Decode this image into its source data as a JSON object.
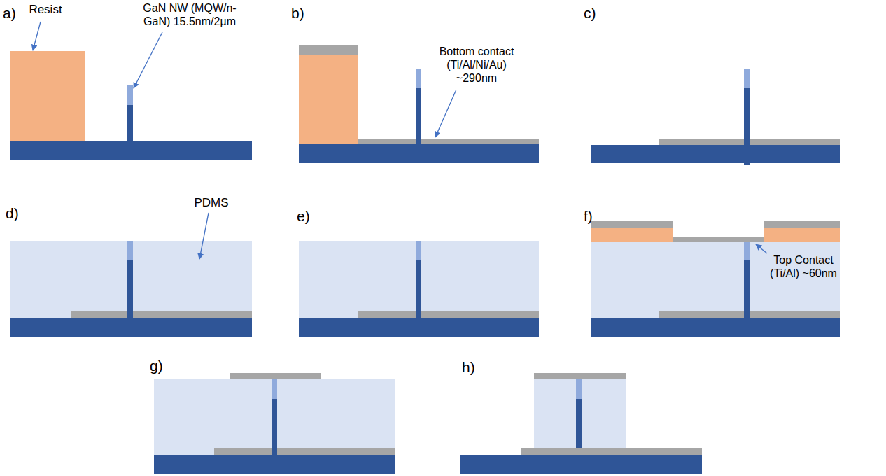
{
  "diagram": {
    "labels": [
      "a)",
      "Resist",
      "GaN NW (MQW/n- GaN) 15.5nm/2µm",
      "b)",
      "Bottom contact (Ti/Al/Ni/Au) ~290nm",
      "c)",
      "d)",
      "PDMS",
      "e)",
      "f)",
      "Top Contact (Ti/Al) ~60nm",
      "g)",
      "h)"
    ]
  }
}
